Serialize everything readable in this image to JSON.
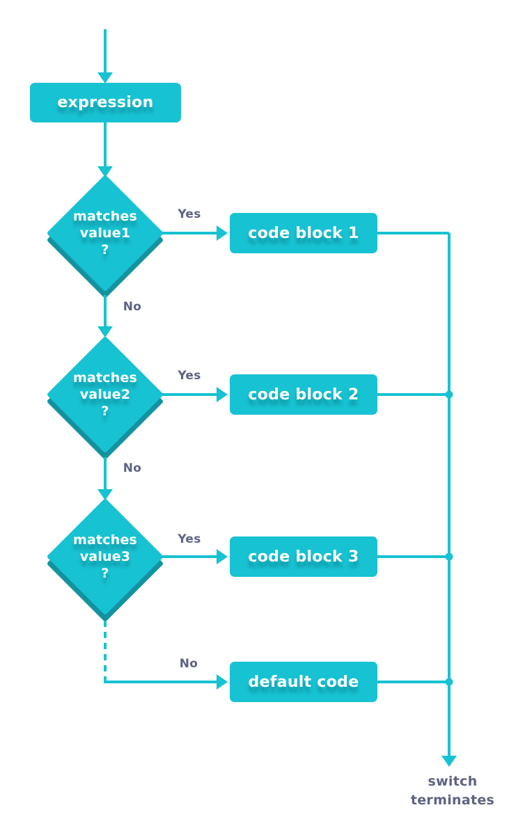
{
  "diagram": {
    "type": "flowchart",
    "subject": "switch statement flow",
    "colors": {
      "node_fill": "#17c2d2",
      "node_shadow": "#14929f",
      "label_text": "#5e6382",
      "node_text": "#ffffff",
      "background": "#ffffff"
    },
    "nodes": {
      "expression": {
        "label": "expression"
      },
      "decision1": {
        "lines": [
          "matches",
          "value1",
          "?"
        ]
      },
      "decision2": {
        "lines": [
          "matches",
          "value2",
          "?"
        ]
      },
      "decision3": {
        "lines": [
          "matches",
          "value3",
          "?"
        ]
      },
      "code1": {
        "label": "code block 1"
      },
      "code2": {
        "label": "code block 2"
      },
      "code3": {
        "label": "code block 3"
      },
      "default": {
        "label": "default code"
      }
    },
    "labels": {
      "yes1": "Yes",
      "yes2": "Yes",
      "yes3": "Yes",
      "no1": "No",
      "no2": "No",
      "no3": "No",
      "terminate": [
        "switch",
        "terminates"
      ]
    }
  }
}
